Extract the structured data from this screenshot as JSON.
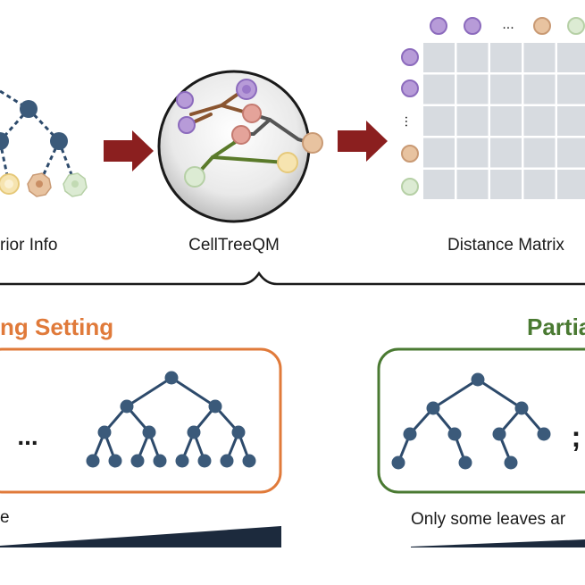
{
  "labels": {
    "prior_info": "rior Info",
    "celltreeqm": "CellTreeQM",
    "distance_matrix": "Distance Matrix",
    "setting_heading": "ng Setting",
    "partial_heading": "Partia",
    "ellipsis_symbol": "...",
    "semicolon_symbol": ";",
    "left_caption": "e",
    "right_caption": "Only some leaves ar"
  },
  "colors": {
    "tree_node": "#3b5a7a",
    "tree_edge": "#2d4a6b",
    "arrow": "#8b1f1f",
    "orange_accent": "#e07a3a",
    "green_accent": "#4a7a32",
    "matrix_cell": "#d7dbe0",
    "ramp": "#1c2a3d"
  },
  "icons": [
    "cell-purple-icon",
    "cell-pink-icon",
    "cell-orange-icon",
    "cell-green-icon",
    "cell-yellow-icon"
  ]
}
